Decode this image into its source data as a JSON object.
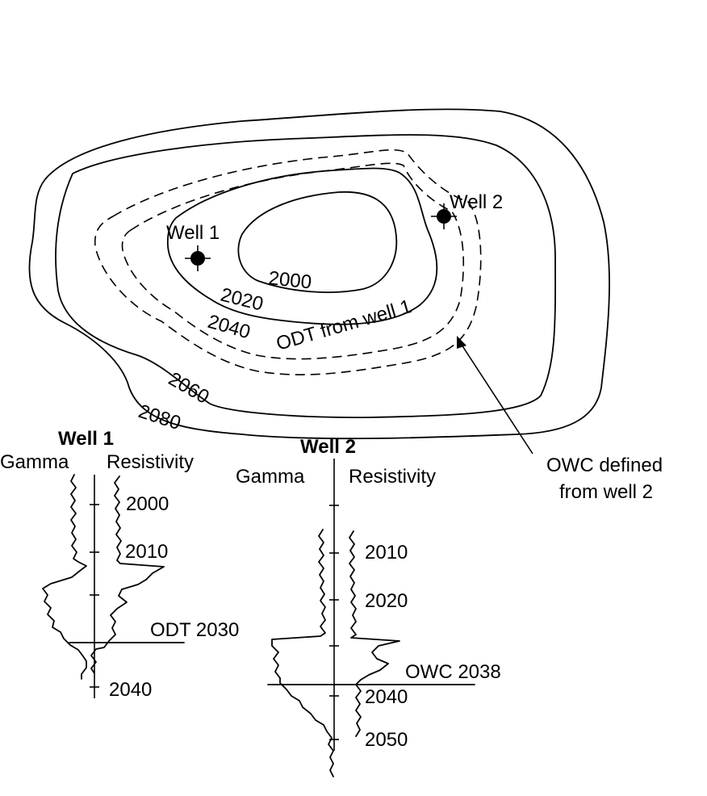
{
  "map": {
    "well1_label": "Well 1",
    "well2_label": "Well 2",
    "contours": {
      "c2000": "2000",
      "c2020": "2020",
      "c2040": "2040",
      "c2060": "2060",
      "c2080": "2080"
    },
    "odt_label": "ODT from well 1",
    "owc_note_line1": "OWC defined",
    "owc_note_line2": "from well 2"
  },
  "well1_log": {
    "title": "Well 1",
    "gamma_label": "Gamma",
    "resistivity_label": "Resistivity",
    "depths": [
      "2000",
      "2010",
      "2040"
    ],
    "contact_label": "ODT 2030"
  },
  "well2_log": {
    "title": "Well 2",
    "gamma_label": "Gamma",
    "resistivity_label": "Resistivity",
    "depths": [
      "2010",
      "2020",
      "2040",
      "2050"
    ],
    "contact_label": "OWC 2038"
  }
}
